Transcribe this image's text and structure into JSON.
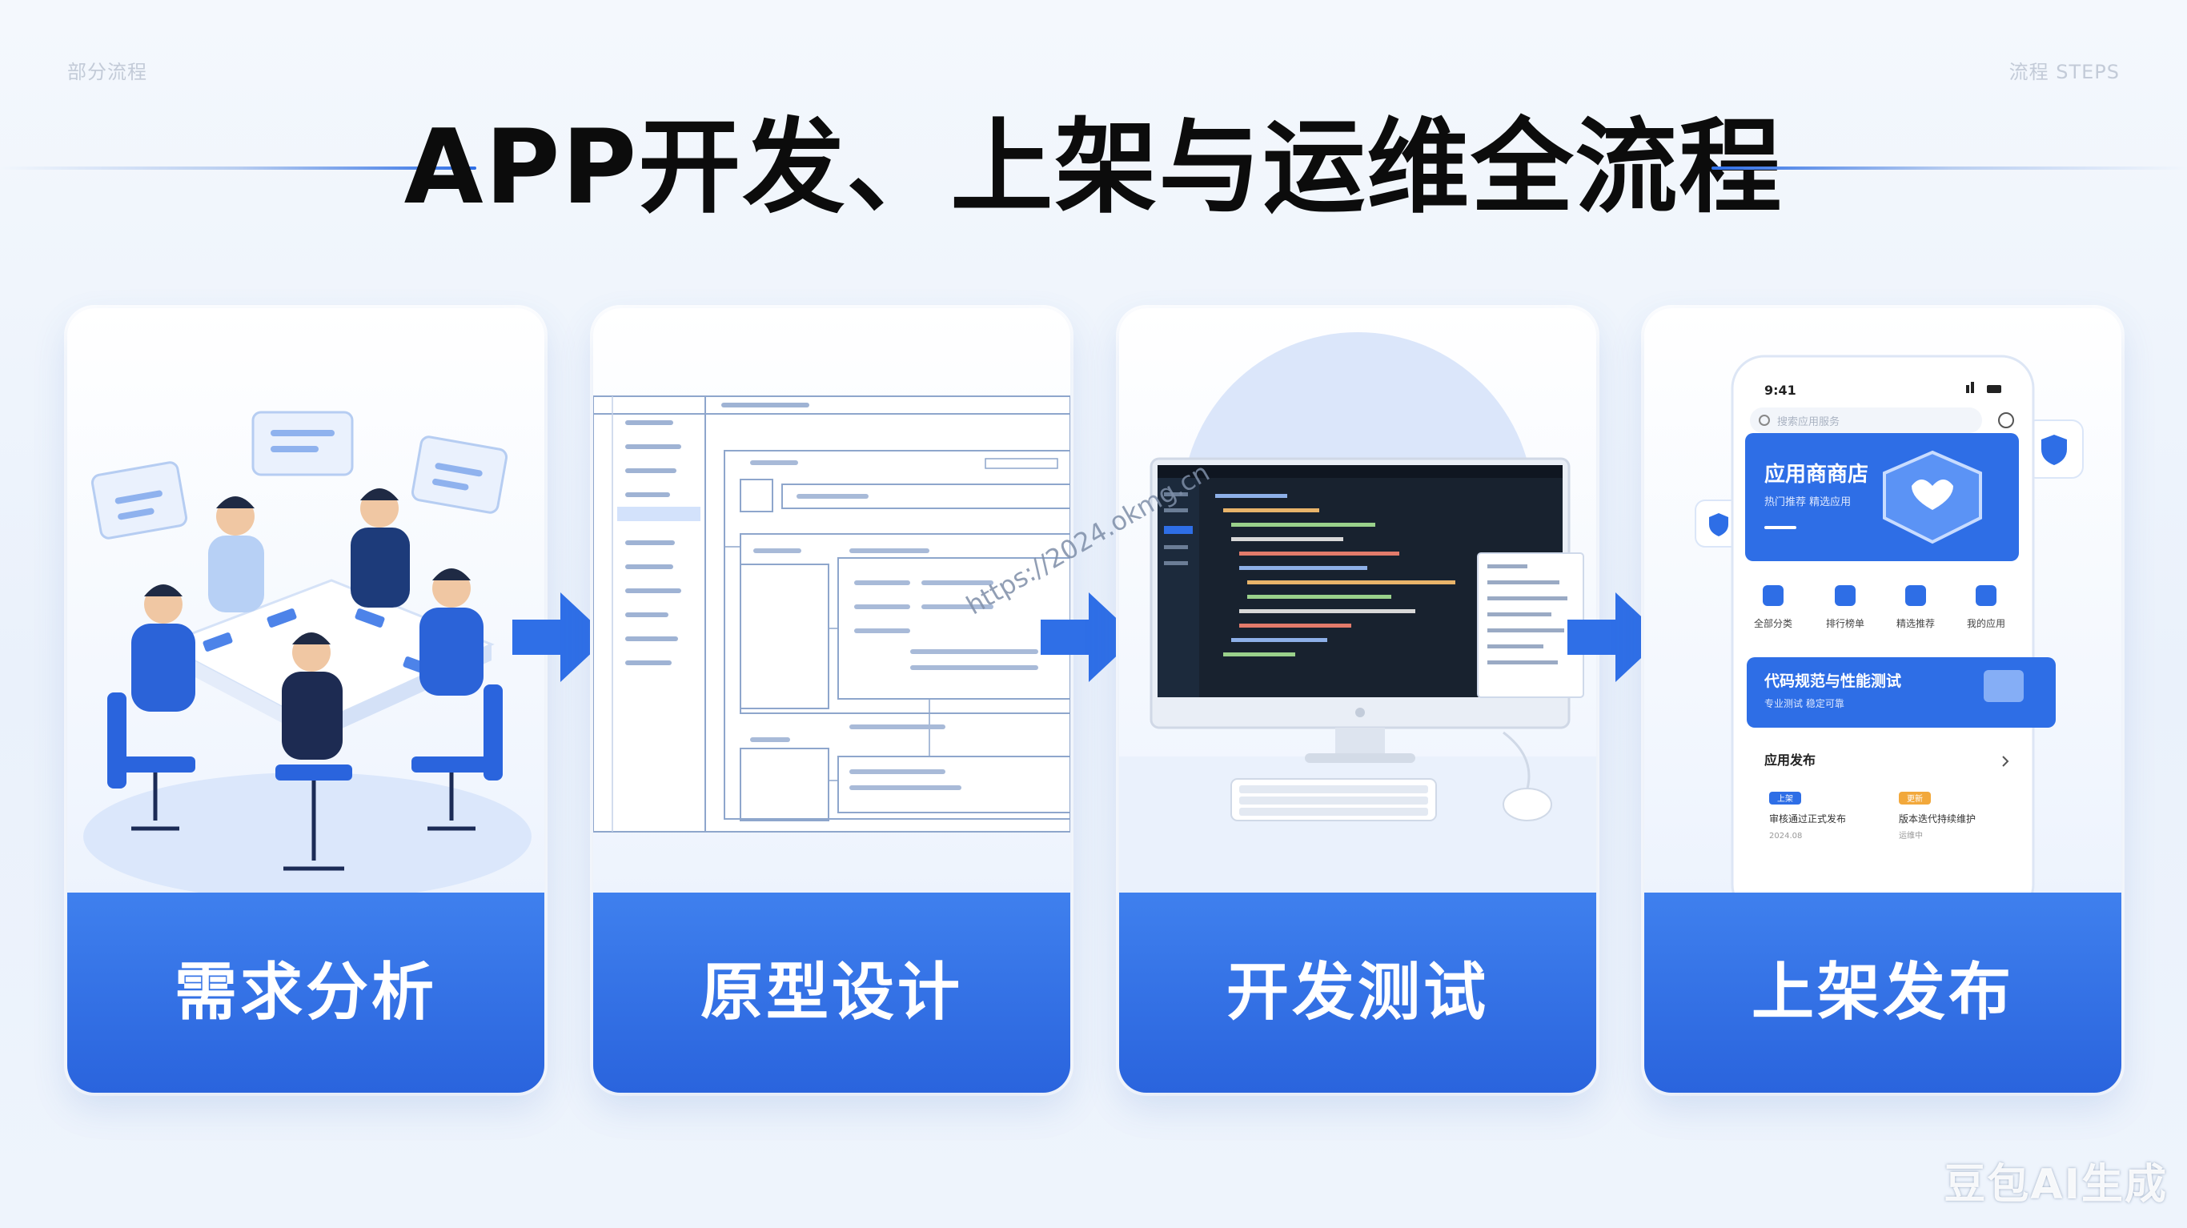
{
  "header": {
    "corner_left": "部分流程",
    "corner_right": "流程 STEPS",
    "title": "APP开发、上架与运维全流程"
  },
  "steps": [
    {
      "label": "需求分析"
    },
    {
      "label": "原型设计"
    },
    {
      "label": "开发测试"
    },
    {
      "label": "上架发布"
    }
  ],
  "phone": {
    "time": "9:41",
    "search_placeholder": "搜索应用服务",
    "banner_title": "应用商商店",
    "banner_subtitle": "热门推荐 精选应用",
    "shortcuts": [
      "全部分类",
      "排行榜单",
      "精选推荐",
      "我的应用"
    ],
    "promo_title": "代码规范与性能测试",
    "promo_subtitle": "专业测试 稳定可靠",
    "section_title": "应用发布",
    "list_left": {
      "badge": "上架",
      "title": "审核通过正式发布",
      "meta": "2024.08"
    },
    "list_right": {
      "badge": "更新",
      "title": "版本迭代持续维护",
      "meta": "运维中"
    }
  },
  "watermark": {
    "url": "https://2024.okmg.cn",
    "brand": "豆包AI生成"
  },
  "colors": {
    "accent": "#2e6ee6",
    "label_bg": "#3479ea",
    "title": "#0c0c0c"
  }
}
